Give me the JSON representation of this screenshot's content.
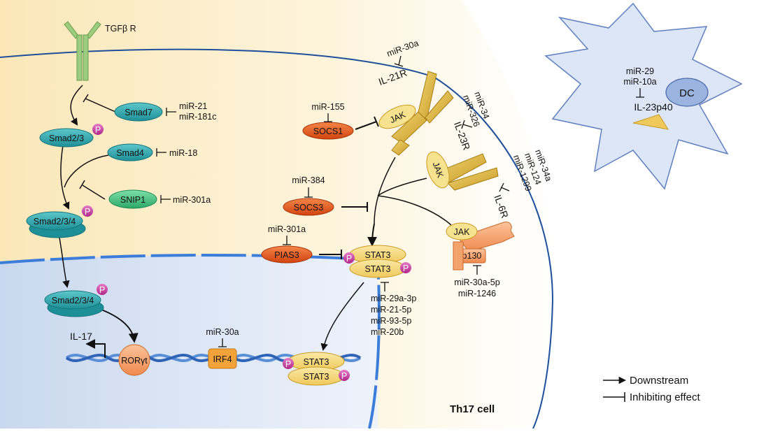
{
  "receptor": "TGFβ R",
  "smad7": "Smad7",
  "smad7_mirs": [
    "miR-21",
    "miR-181c"
  ],
  "smad23": "Smad2/3",
  "smad4": "Smad4",
  "smad4_mir": "miR-18",
  "snip1": "SNIP1",
  "snip1_mir": "miR-301a",
  "smad234_top": "Smad2/3/4",
  "smad234_bottom": "Smad2/3/4",
  "il17": "IL-17",
  "rorgt": "RORγt",
  "irf4": "IRF4",
  "irf4_mir": "miR-30a",
  "stat3_nuc_a": "STAT3",
  "stat3_nuc_b": "STAT3",
  "il21r": "IL-21R",
  "il21r_mir": "miR-30a",
  "socs1": "SOCS1",
  "socs1_mir": "miR-155",
  "jak1": "JAK",
  "il23r": "IL-23R",
  "il23r_mirs": [
    "miR-34",
    "miR-326"
  ],
  "jak2": "JAK",
  "socs3": "SOCS3",
  "socs3_mir": "miR-384",
  "il6r": "IL-6R",
  "il6r_mirs": [
    "miR-34a",
    "miR-124",
    "miR-1299"
  ],
  "jak3": "JAK",
  "gp130": "gp130",
  "gp130_mirs": [
    "miR-30a-5p",
    "miR-1246"
  ],
  "pias3": "PIAS3",
  "pias3_mir": "miR-301a",
  "stat3_cyto_a": "STAT3",
  "stat3_cyto_b": "STAT3",
  "stat3_mirs": [
    "miR-29a-3p",
    "miR-21-5p",
    "miR-93-5p",
    "miR-20b"
  ],
  "p": "P",
  "dc": "DC",
  "dc_mirs": [
    "miR-29",
    "miR-10a"
  ],
  "il23p40": "IL-23p40",
  "cell_label": "Th17 cell",
  "legend": {
    "downstream": "Downstream",
    "inhibiting": "Inhibiting effect"
  },
  "colors": {
    "smad": "#2fa8ad",
    "snip1": "#3cc07a",
    "socs": "#e0571c",
    "stat3": "#f5d77a",
    "phospho": "#c2379a",
    "receptor_gold": "#d8b13a",
    "receptor_green": "#9ccc7e",
    "dc_fill": "#d9e4f7",
    "nucleus": "#d4e1f1",
    "cytoplasm": "#fcefd0"
  }
}
